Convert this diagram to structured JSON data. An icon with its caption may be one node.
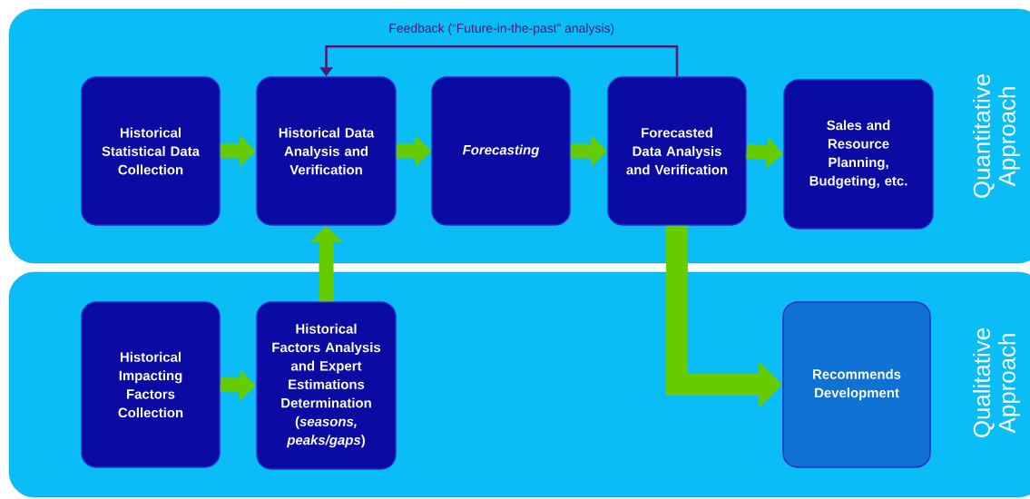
{
  "diagram": {
    "nodes": [
      {
        "text": [
          "Quantitative Approach"
        ]
      },
      {
        "text": [
          "Historical Statistical Data Collection"
        ],
        "in": 0
      },
      {
        "text": [
          "Historical Data Analysis and Verification"
        ],
        "in": 0
      },
      {
        "text": [
          "Forecasting"
        ],
        "in": 0
      },
      {
        "text": [
          "Forecasted Data Analysis and Verification"
        ],
        "in": 0
      },
      {
        "text": [
          "Sales and Resource Planning, Budgeting, etc."
        ],
        "in": 0
      },
      {
        "text": [
          "Qualitative Approach"
        ]
      },
      {
        "text": [
          "Historical Impacting Factors Collection"
        ],
        "in": 6
      },
      {
        "text": [
          "Historical Factors Analysis and Expert Estimations Determination (*seasons, peaks/gaps*)"
        ],
        "in": 6
      },
      {
        "text": [
          "Recommends Development"
        ],
        "in": 6
      }
    ],
    "edges": [
      {
        "from": 1,
        "to": 2,
        "arrow": "to"
      },
      {
        "from": 2,
        "to": 3,
        "arrow": "to"
      },
      {
        "from": 3,
        "to": 4,
        "arrow": "to"
      },
      {
        "from": 4,
        "to": 5,
        "arrow": "to"
      },
      {
        "from": 4,
        "to": 2,
        "arrow": "to",
        "label": "Feedback (“Future-in-the-past” analysis)",
        "color": "#4b1a72"
      },
      {
        "from": 7,
        "to": 8,
        "arrow": "to"
      },
      {
        "from": 8,
        "to": 2,
        "arrow": "to"
      },
      {
        "from": 4,
        "to": 9,
        "arrow": "to"
      }
    ]
  }
}
